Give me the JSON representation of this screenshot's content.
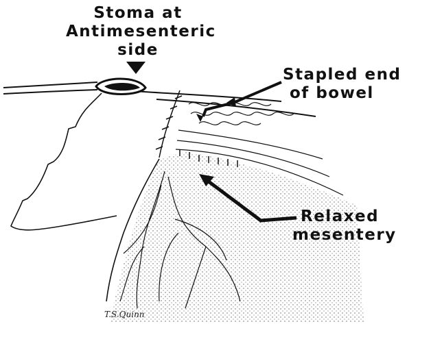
{
  "labels": {
    "stoma": [
      "Stoma at",
      "Antimesenteric",
      "side"
    ],
    "stapled_end": [
      "Stapled end",
      "of bowel"
    ],
    "relaxed_mesentery": [
      "Relaxed",
      "mesentery"
    ]
  },
  "signature": "T.S.Quinn",
  "colors": {
    "ink": "#111111",
    "stipple": "#444444",
    "background": "#ffffff"
  }
}
